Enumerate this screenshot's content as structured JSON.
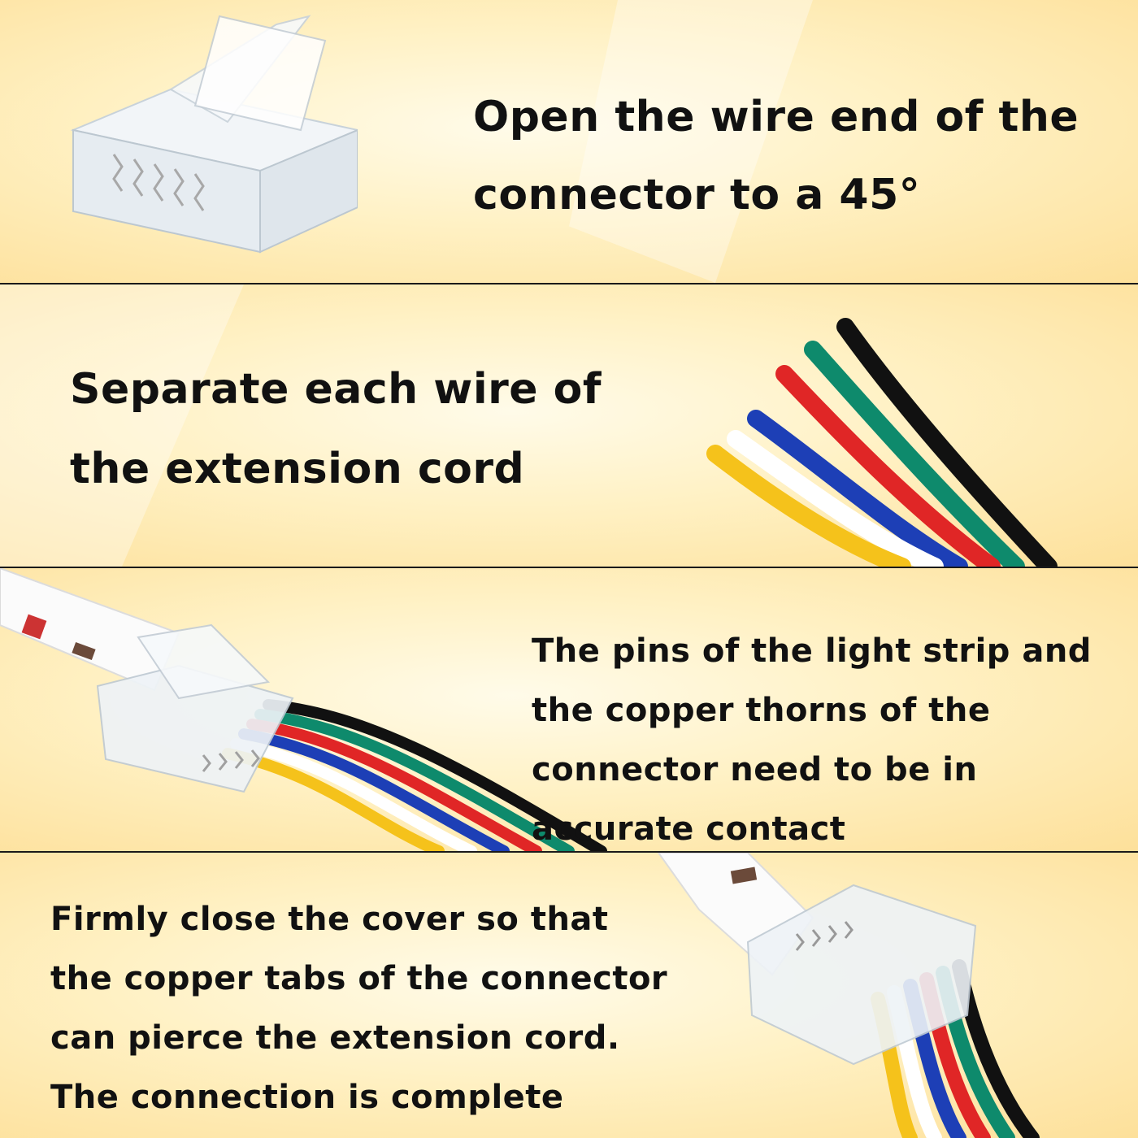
{
  "steps": [
    {
      "text": "Open the wire end of the connector to a 45°"
    },
    {
      "text": "Separate each wire of the extension cord"
    },
    {
      "text": "The pins of the light strip and the copper thorns of the connector need to be in accurate contact"
    },
    {
      "text": "Firmly close the cover so that the copper tabs of the connector can pierce the extension cord. The connection is complete"
    }
  ],
  "colors": {
    "background": "#fde6a3",
    "wire_black": "#111111",
    "wire_green": "#0e8a6c",
    "wire_red": "#e02626",
    "wire_blue": "#1d3fb6",
    "wire_white": "#ffffff",
    "wire_yellow": "#f5c21b"
  },
  "icons": [
    "connector-open-icon",
    "separated-wires-icon",
    "strip-connector-icon",
    "closed-connector-icon"
  ]
}
